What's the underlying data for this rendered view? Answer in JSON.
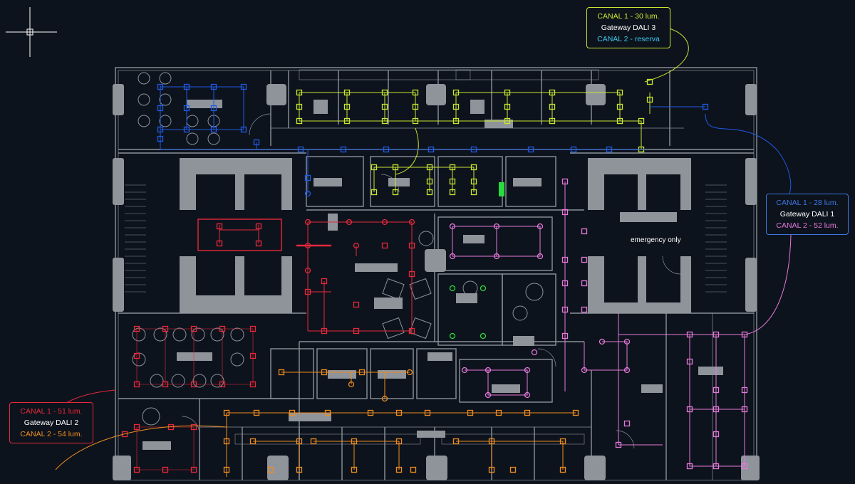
{
  "colors": {
    "background": "#0d131c",
    "walls": "#8c929a",
    "wall_fill": "#8f949b",
    "yellow_green": "#c8e632",
    "blue": "#1e5ae6",
    "red": "#e6283c",
    "pink": "#e678dc",
    "orange": "#f08c1e",
    "green": "#28dc3c",
    "cyan": "#3cc8f0",
    "white": "#ffffff"
  },
  "gateways": {
    "dali3": {
      "canal1": "CANAL 1 - 30 lum.",
      "name": "Gateway DALI 3",
      "canal2": "CANAL 2 - reserva",
      "border": "#c8e632",
      "canal1_color": "#c8e632",
      "canal2_color": "#3cc8f0"
    },
    "dali1": {
      "canal1": "CANAL 1 - 28 lum.",
      "name": "Gateway DALI 1",
      "canal2": "CANAL 2 - 52 lum.",
      "border": "#3c78e6",
      "canal1_color": "#3c78e6",
      "canal2_color": "#e678dc"
    },
    "dali2": {
      "canal1": "CANAL 1 - 51 lum.",
      "name": "Gateway DALI 2",
      "canal2": "CANAL 2 - 54 lum.",
      "border": "#e6283c",
      "canal1_color": "#e6283c",
      "canal2_color": "#f08c1e"
    }
  },
  "annotations": {
    "emergency": "emergency only"
  },
  "icons": {
    "cursor": "crosshair-icon",
    "fixture": "light-fixture-icon",
    "emergency_exit": "exit-sign-icon"
  }
}
